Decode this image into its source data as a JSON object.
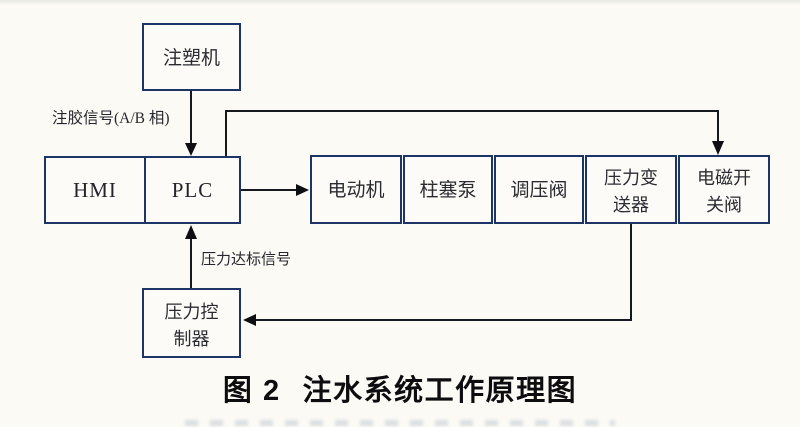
{
  "figure": {
    "caption_prefix": "图 2",
    "caption_title": "注水系统工作原理图"
  },
  "diagram": {
    "boxes": {
      "injection_machine": {
        "label": "注塑机"
      },
      "hmi": {
        "label": "HMI"
      },
      "plc": {
        "label": "PLC"
      },
      "motor": {
        "label": "电动机"
      },
      "plunger_pump": {
        "label": "柱塞泵"
      },
      "pressure_regulating_valve": {
        "label": "调压阀"
      },
      "pressure_transmitter": {
        "label_line1": "压力变",
        "label_line2": "送器"
      },
      "solenoid_switch_valve": {
        "label_line1": "电磁开",
        "label_line2": "关阀"
      },
      "pressure_controller": {
        "label_line1": "压力控",
        "label_line2": "制器"
      }
    },
    "edge_labels": {
      "injection_signal": "注胶信号(A/B 相)",
      "pressure_reached_signal": "压力达标信号"
    },
    "colors": {
      "box_border": "#1c3566",
      "connector": "#15181c",
      "text": "#2b2c31",
      "background": "#fbfaf5"
    }
  }
}
